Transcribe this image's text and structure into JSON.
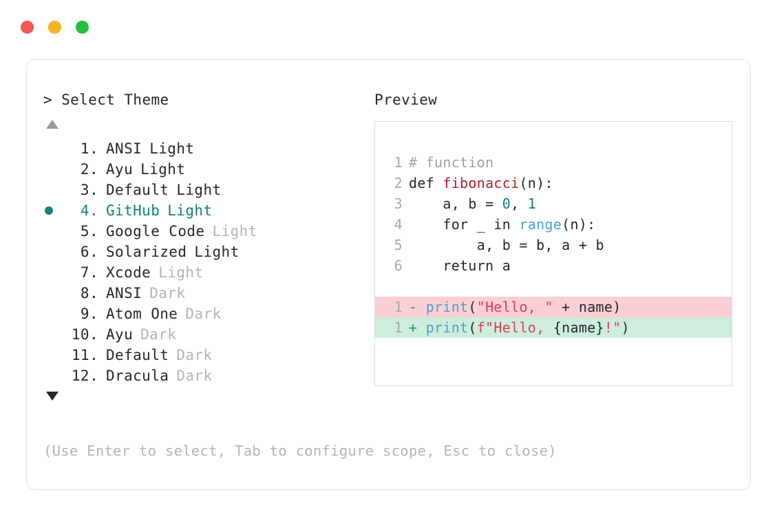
{
  "titlebar": {
    "dots": [
      {
        "name": "close-dot",
        "color": "#f5584f"
      },
      {
        "name": "minimize-dot",
        "color": "#f5b424"
      },
      {
        "name": "maximize-dot",
        "color": "#24bf3c"
      }
    ]
  },
  "selector": {
    "prompt_title": "> Select Theme",
    "scroll_up_icon": "triangle-up-icon",
    "scroll_down_icon": "triangle-down-icon",
    "selected_index": 4,
    "items": [
      {
        "number": "1.",
        "name": "ANSI",
        "mode": "Light",
        "mode_dim": false,
        "selected": false
      },
      {
        "number": "2.",
        "name": "Ayu",
        "mode": "Light",
        "mode_dim": false,
        "selected": false
      },
      {
        "number": "3.",
        "name": "Default",
        "mode": "Light",
        "mode_dim": false,
        "selected": false
      },
      {
        "number": "4.",
        "name": "GitHub",
        "mode": "Light",
        "mode_dim": false,
        "selected": true
      },
      {
        "number": "5.",
        "name": "Google Code",
        "mode": "Light",
        "mode_dim": true,
        "selected": false
      },
      {
        "number": "6.",
        "name": "Solarized",
        "mode": "Light",
        "mode_dim": false,
        "selected": false
      },
      {
        "number": "7.",
        "name": "Xcode",
        "mode": "Light",
        "mode_dim": true,
        "selected": false
      },
      {
        "number": "8.",
        "name": "ANSI",
        "mode": "Dark",
        "mode_dim": true,
        "selected": false
      },
      {
        "number": "9.",
        "name": "Atom One",
        "mode": "Dark",
        "mode_dim": true,
        "selected": false
      },
      {
        "number": "10.",
        "name": "Ayu",
        "mode": "Dark",
        "mode_dim": true,
        "selected": false
      },
      {
        "number": "11.",
        "name": "Default",
        "mode": "Dark",
        "mode_dim": true,
        "selected": false
      },
      {
        "number": "12.",
        "name": "Dracula",
        "mode": "Dark",
        "mode_dim": true,
        "selected": false
      }
    ],
    "hint": "(Use Enter to select, Tab to configure scope, Esc to close)"
  },
  "preview": {
    "title": "Preview",
    "code_lines": [
      {
        "ln": "1",
        "type": "normal",
        "tokens": [
          {
            "t": "# function",
            "c": "t-comment"
          }
        ]
      },
      {
        "ln": "2",
        "type": "normal",
        "tokens": [
          {
            "t": "def ",
            "c": "t-plain"
          },
          {
            "t": "fibonacci",
            "c": "t-func"
          },
          {
            "t": "(n):",
            "c": "t-plain"
          }
        ]
      },
      {
        "ln": "3",
        "type": "normal",
        "tokens": [
          {
            "t": "    a, b = ",
            "c": "t-plain"
          },
          {
            "t": "0",
            "c": "t-num"
          },
          {
            "t": ", ",
            "c": "t-plain"
          },
          {
            "t": "1",
            "c": "t-num"
          }
        ]
      },
      {
        "ln": "4",
        "type": "normal",
        "tokens": [
          {
            "t": "    for _ in ",
            "c": "t-plain"
          },
          {
            "t": "range",
            "c": "t-builtin"
          },
          {
            "t": "(n):",
            "c": "t-plain"
          }
        ]
      },
      {
        "ln": "5",
        "type": "normal",
        "tokens": [
          {
            "t": "        a, b = b, a + b",
            "c": "t-plain"
          }
        ]
      },
      {
        "ln": "6",
        "type": "normal",
        "tokens": [
          {
            "t": "    return a",
            "c": "t-plain"
          }
        ]
      },
      {
        "ln": "",
        "type": "blank",
        "tokens": []
      },
      {
        "ln": "1",
        "type": "diff-del",
        "tokens": [
          {
            "t": "- ",
            "c": "t-minus"
          },
          {
            "t": "print",
            "c": "t-builtin"
          },
          {
            "t": "(",
            "c": "t-op"
          },
          {
            "t": "\"Hello, \"",
            "c": "t-string"
          },
          {
            "t": " + name)",
            "c": "t-plain"
          }
        ]
      },
      {
        "ln": "1",
        "type": "diff-add",
        "tokens": [
          {
            "t": "+ ",
            "c": "t-plus"
          },
          {
            "t": "print",
            "c": "t-builtin"
          },
          {
            "t": "(",
            "c": "t-op"
          },
          {
            "t": "f\"Hello, ",
            "c": "t-string"
          },
          {
            "t": "{name}",
            "c": "t-plain"
          },
          {
            "t": "!\"",
            "c": "t-string"
          },
          {
            "t": ")",
            "c": "t-plain"
          }
        ]
      }
    ]
  },
  "colors": {
    "accent_teal": "#12807d",
    "diff_add_bg": "#cdeedc",
    "diff_del_bg": "#fbd0d5",
    "card_border": "#e2e2e4",
    "dim_text": "#b3b4b7",
    "body_text": "#25272b"
  }
}
